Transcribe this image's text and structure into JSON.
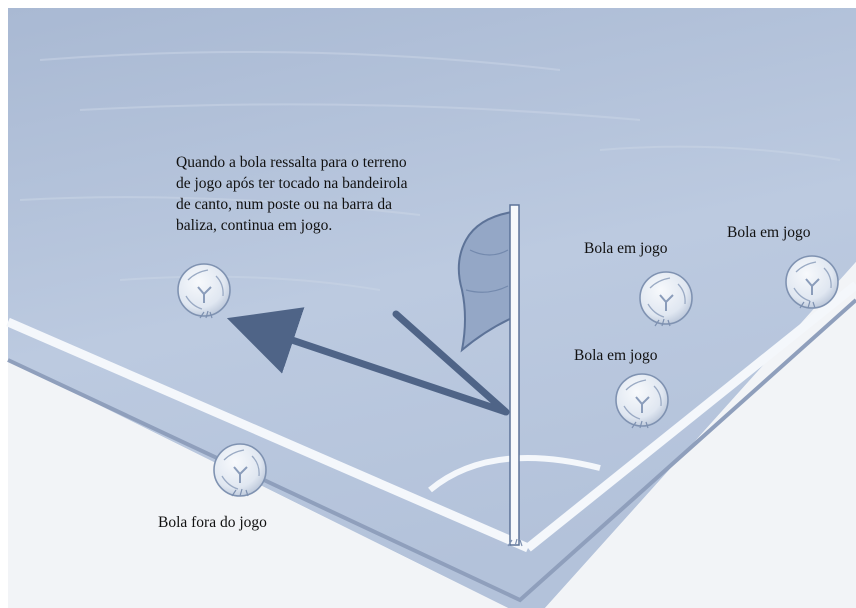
{
  "caption": {
    "lines": [
      "Quando a bola ressalta para o terreno",
      "de jogo após ter tocado na bandeirola",
      "de canto, num poste ou na barra da",
      "baliza, continua em jogo."
    ]
  },
  "labels": {
    "ball_in_play_1": "Bola em jogo",
    "ball_in_play_2": "Bola em jogo",
    "ball_in_play_3": "Bola em jogo",
    "ball_out_of_play": "Bola fora do jogo"
  },
  "colors": {
    "pitch": "#b4c2d8",
    "pitch_light": "#c9d4e6",
    "line": "#f4f7fb",
    "arrow": "#4f6487",
    "ball": "#e6ecf5"
  }
}
